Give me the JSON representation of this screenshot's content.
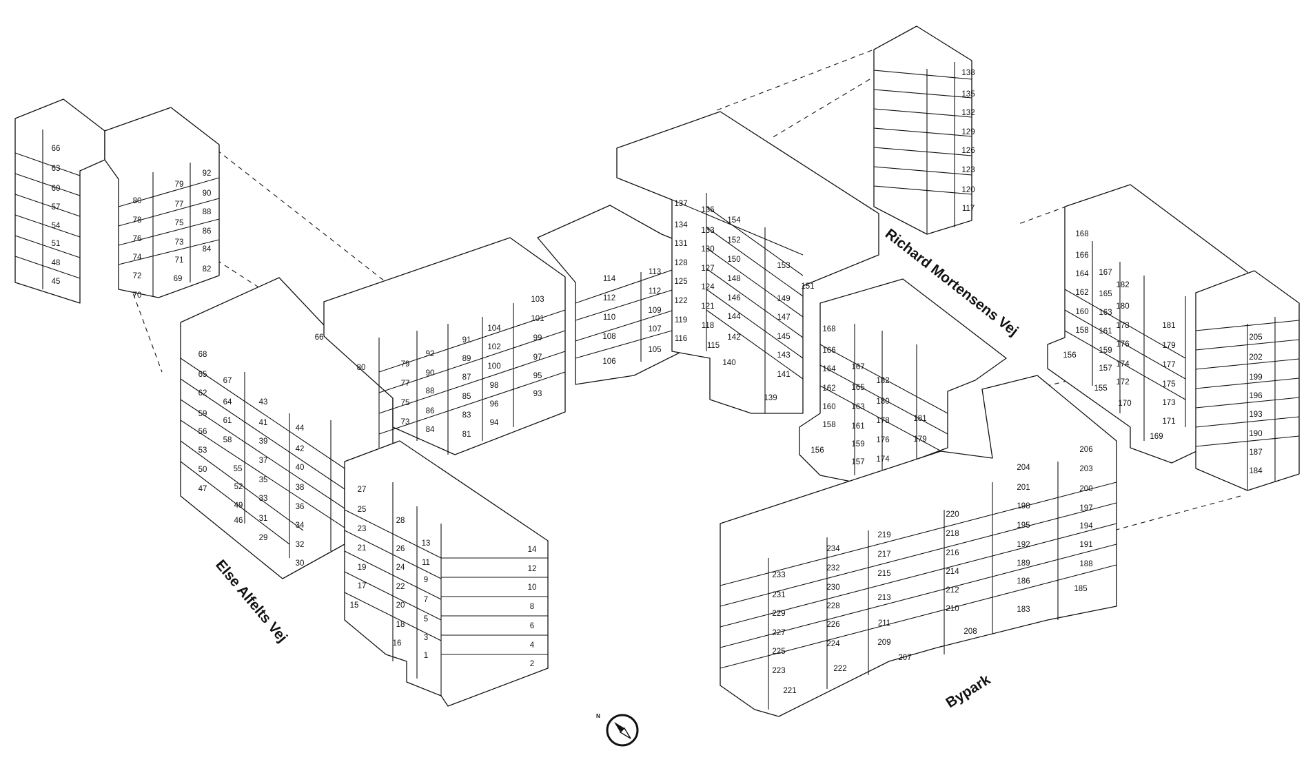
{
  "streets": {
    "else_alfelts_vej": "Else Alfelts Vej",
    "richard_mortensens_vej": "Richard Mortensens Vej",
    "bypark": "Bypark"
  },
  "compass": {
    "icon": "compass-icon",
    "north_label": "N"
  },
  "units": [
    "1",
    "2",
    "3",
    "4",
    "5",
    "6",
    "7",
    "8",
    "9",
    "10",
    "11",
    "12",
    "13",
    "14",
    "15",
    "16",
    "17",
    "18",
    "19",
    "20",
    "21",
    "22",
    "23",
    "24",
    "25",
    "26",
    "27",
    "28",
    "29",
    "30",
    "31",
    "32",
    "33",
    "34",
    "35",
    "36",
    "37",
    "38",
    "39",
    "40",
    "41",
    "42",
    "43",
    "44",
    "45",
    "46",
    "47",
    "48",
    "49",
    "50",
    "51",
    "52",
    "53",
    "54",
    "55",
    "56",
    "57",
    "58",
    "59",
    "60",
    "61",
    "62",
    "63",
    "64",
    "65",
    "66",
    "67",
    "68",
    "69",
    "70",
    "71",
    "72",
    "73",
    "74",
    "75",
    "76",
    "77",
    "78",
    "79",
    "80",
    "81",
    "82",
    "83",
    "84",
    "85",
    "86",
    "87",
    "88",
    "89",
    "90",
    "91",
    "92",
    "93",
    "94",
    "95",
    "96",
    "97",
    "98",
    "99",
    "100",
    "101",
    "102",
    "103",
    "104",
    "105",
    "106",
    "107",
    "108",
    "109",
    "110",
    "112",
    "113",
    "114",
    "115",
    "116",
    "117",
    "118",
    "119",
    "120",
    "121",
    "122",
    "123",
    "124",
    "125",
    "126",
    "127",
    "128",
    "129",
    "130",
    "131",
    "132",
    "133",
    "134",
    "135",
    "136",
    "137",
    "138",
    "139",
    "140",
    "141",
    "142",
    "143",
    "144",
    "145",
    "146",
    "147",
    "148",
    "149",
    "150",
    "151",
    "152",
    "153",
    "154",
    "155",
    "156",
    "157",
    "158",
    "159",
    "160",
    "161",
    "162",
    "163",
    "164",
    "165",
    "166",
    "167",
    "168",
    "169",
    "170",
    "171",
    "172",
    "173",
    "174",
    "175",
    "176",
    "177",
    "178",
    "179",
    "180",
    "181",
    "182",
    "183",
    "184",
    "185",
    "186",
    "187",
    "188",
    "189",
    "190",
    "191",
    "192",
    "193",
    "194",
    "195",
    "196",
    "197",
    "198",
    "199",
    "200",
    "201",
    "202",
    "203",
    "204",
    "205",
    "206",
    "207",
    "208",
    "209",
    "210",
    "211",
    "212",
    "213",
    "214",
    "215",
    "216",
    "217",
    "218",
    "219",
    "220",
    "221",
    "222",
    "223",
    "224",
    "225",
    "226",
    "227",
    "228",
    "229",
    "230",
    "231",
    "232",
    "233",
    "234"
  ]
}
